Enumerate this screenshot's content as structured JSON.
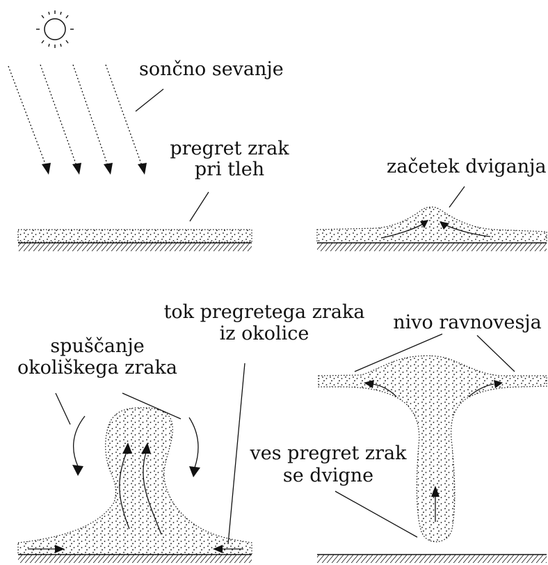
{
  "labels": {
    "solar_radiation": "sončno sevanje",
    "heated_air_1": "pregret zrak",
    "heated_air_2": "pri tleh",
    "start_rising": "začetek dviganja",
    "inflow_1": "tok pregretega zraka",
    "inflow_2": "iz okolice",
    "descent_1": "spuščanje",
    "descent_2": "okoliškega zraka",
    "equilibrium": "nivo ravnovesja",
    "all_rises_1": "ves pregret zrak",
    "all_rises_2": "se dvigne"
  },
  "icons": {
    "sun": "sun-icon"
  },
  "colors": {
    "ink": "#111111",
    "background": "#ffffff"
  }
}
